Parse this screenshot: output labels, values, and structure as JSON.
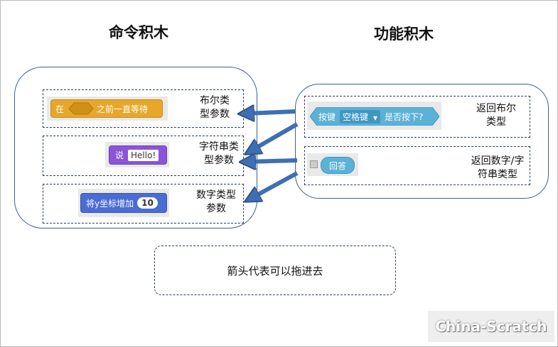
{
  "titles": {
    "command": "命令积木",
    "function": "功能积木"
  },
  "left_slots": [
    {
      "label_line1": "布尔类",
      "label_line2": "型参数",
      "block_text": "在",
      "block_text2": "之前一直等待",
      "color": "#e6a72b"
    },
    {
      "label_line1": "字符串类",
      "label_line2": "型参数",
      "block_text": "说",
      "block_value": "Hello!",
      "color": "#8a55d7"
    },
    {
      "label_line1": "数字类型",
      "label_line2": "参数",
      "block_text": "将y坐标增加",
      "block_value": "10",
      "color": "#4a6cd4"
    }
  ],
  "right_slots": [
    {
      "label_line1": "返回布尔",
      "label_line2": "类型",
      "block_text": "按键",
      "dropdown": "空格键",
      "block_text2": "是否按下?",
      "color": "#5cb1d6"
    },
    {
      "label_line1": "返回数字/字",
      "label_line2": "符串类型",
      "block_text": "回答",
      "color": "#5cb1d6"
    }
  ],
  "note": "箭头代表可以拖进去",
  "watermark": "China-Scratch"
}
